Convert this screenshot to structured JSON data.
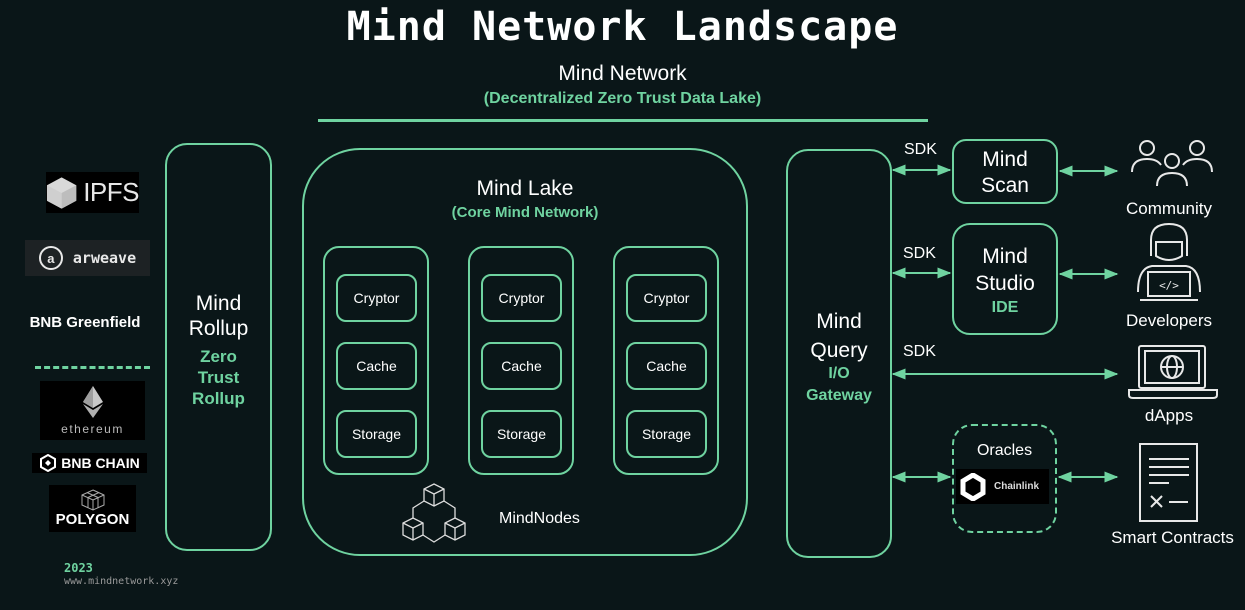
{
  "header": {
    "title": "Mind Network Landscape",
    "subtitle": "Mind Network",
    "tagline": "(Decentralized Zero Trust Data Lake)"
  },
  "storage_logos": {
    "ipfs": "IPFS",
    "arweave_glyph": "a",
    "arweave": "arweave",
    "greenfield": "BNB Greenfield"
  },
  "chain_logos": {
    "ethereum": "ethereum",
    "bnb_chain": "BNB CHAIN",
    "polygon": "POLYGON"
  },
  "rollup": {
    "title_line1": "Mind",
    "title_line2": "Rollup",
    "sub_line1": "Zero",
    "sub_line2": "Trust",
    "sub_line3": "Rollup"
  },
  "lake": {
    "title": "Mind Lake",
    "subtitle": "(Core Mind Network)",
    "nodes": [
      {
        "components": [
          "Cryptor",
          "Cache",
          "Storage"
        ]
      },
      {
        "components": [
          "Cryptor",
          "Cache",
          "Storage"
        ]
      },
      {
        "components": [
          "Cryptor",
          "Cache",
          "Storage"
        ]
      }
    ],
    "nodes_label": "MindNodes"
  },
  "query": {
    "title_line1": "Mind",
    "title_line2": "Query",
    "sub_line1": "I/O",
    "sub_line2": "Gateway"
  },
  "connections": {
    "sdk_label": "SDK"
  },
  "scan": {
    "line1": "Mind",
    "line2": "Scan"
  },
  "studio": {
    "line1": "Mind",
    "line2": "Studio",
    "sub": "IDE"
  },
  "oracles": {
    "title": "Oracles",
    "provider": "Chainlink"
  },
  "audiences": {
    "community": "Community",
    "developers": "Developers",
    "dapps": "dApps",
    "smart_contracts": "Smart Contracts"
  },
  "footer": {
    "year": "2023",
    "url": "www.mindnetwork.xyz"
  },
  "colors": {
    "background": "#0a1618",
    "accent": "#6fd3a0",
    "text": "#ffffff"
  }
}
